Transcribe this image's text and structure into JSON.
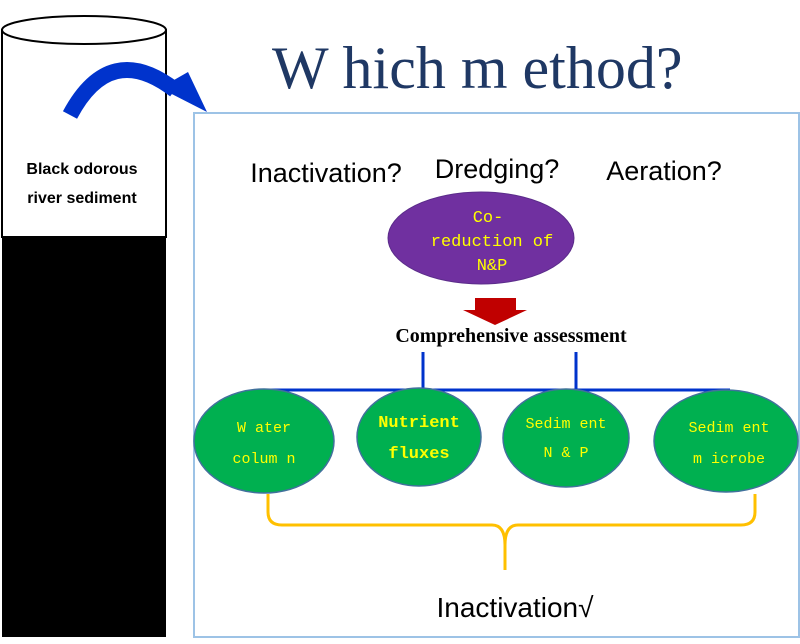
{
  "title": "W hich m ethod?",
  "cylinder_label": [
    "Black odorous",
    "river sediment"
  ],
  "questions": [
    "Inactivation?",
    "Dredging?",
    "Aeration?"
  ],
  "center_node": [
    "Co-",
    "reduction of",
    "N&P"
  ],
  "assessment_label": "Comprehensive assessment",
  "criteria": [
    {
      "lines": [
        "W ater",
        "colum n"
      ]
    },
    {
      "lines": [
        "Nutrient",
        "fluxes"
      ]
    },
    {
      "lines": [
        "Sedim ent",
        "N & P"
      ]
    },
    {
      "lines": [
        "Sedim ent",
        "m icrobe"
      ]
    }
  ],
  "result": "Inactivation√",
  "colors": {
    "blue": "#0033cc",
    "purple": "#7030a0",
    "green": "#00b050",
    "yellow": "#ffff00",
    "bracket": "#ffc000",
    "red": "#c00000",
    "title": "#1f3864"
  }
}
